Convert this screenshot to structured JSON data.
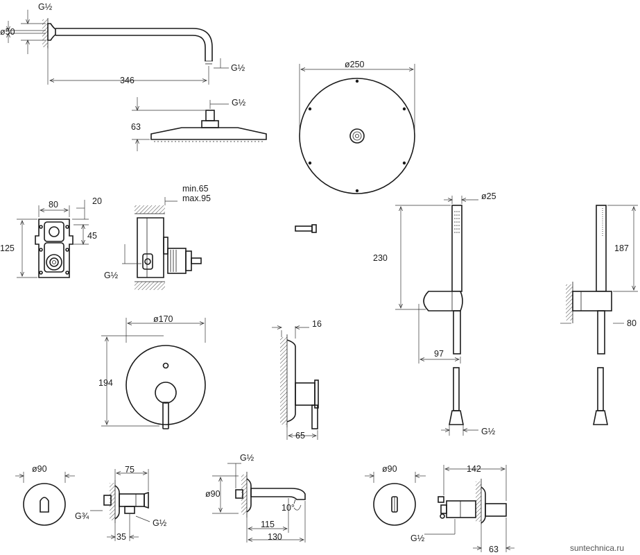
{
  "drawing": {
    "labels": {
      "arm_thread": "G½",
      "arm_flange_dia": "ø50",
      "arm_length": "346",
      "arm_outlet_thread": "G½",
      "head_inlet_thread": "G½",
      "head_height": "63",
      "head_dia": "ø250",
      "box_width": "80",
      "box_offset": "20",
      "box_depth_range_min": "min.65",
      "box_depth_range_max": "max.95",
      "box_height": "125",
      "box_port_spacing": "45",
      "box_thread": "G½",
      "handshower_dia": "ø25",
      "handshower_length": "230",
      "handshower_holder_depth": "97",
      "handshower_side_length": "187",
      "handshower_side_offset": "80",
      "hose_thread": "G½",
      "plate_dia": "ø170",
      "plate_height": "194",
      "mixer_wall_depth": "16",
      "mixer_projection": "65",
      "outlet_plate_dia": "ø90",
      "outlet_length": "75",
      "outlet_thread_in": "G¾",
      "outlet_thread_out": "G½",
      "outlet_port_spacing": "35",
      "spout_thread": "G½",
      "spout_plate_dia": "ø90",
      "spout_angle": "10°",
      "spout_length_a": "115",
      "spout_length_b": "130",
      "diverter_plate_dia": "ø90",
      "diverter_length": "142",
      "diverter_thread": "G½",
      "diverter_depth": "63"
    },
    "watermark": "suntechnica.ru"
  }
}
